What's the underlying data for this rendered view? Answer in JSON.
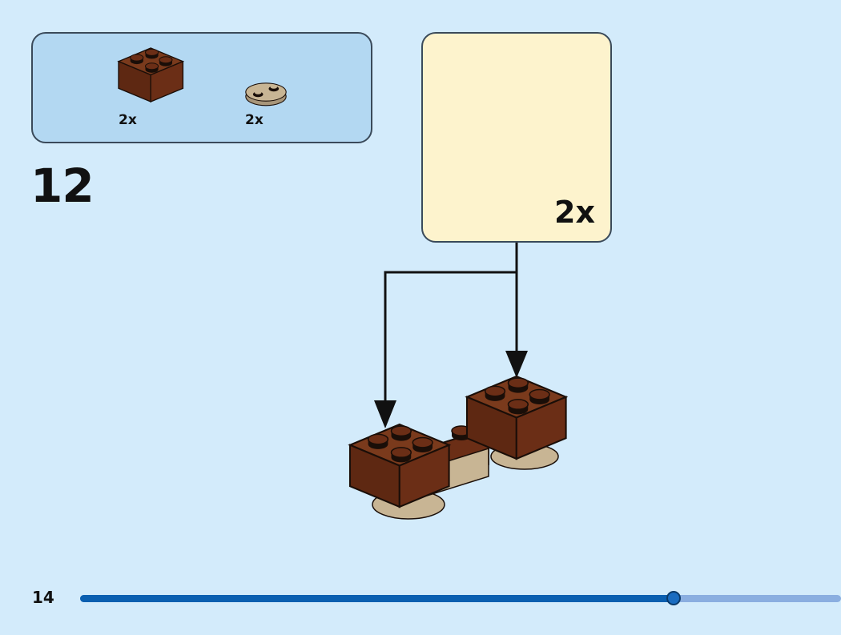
{
  "parts_list": {
    "items": [
      {
        "name": "brick-2x2",
        "color": "#6b2e16",
        "quantity": "2x"
      },
      {
        "name": "plate-1x2-rounded",
        "color": "#c8b594",
        "quantity": "2x"
      }
    ]
  },
  "step": {
    "number": "12"
  },
  "callout": {
    "quantity": "2x"
  },
  "footer": {
    "page_number": "14",
    "progress_percent": 78
  },
  "colors": {
    "background": "#d3ebfb",
    "parts_box": "#b3d8f2",
    "callout_box": "#fdf3cd",
    "brick_brown": "#6b2e16",
    "plate_tan": "#c8b594",
    "arrow_green": "#4caf6e",
    "progress_fill": "#0a5fb0",
    "progress_track": "#8aaee0"
  }
}
